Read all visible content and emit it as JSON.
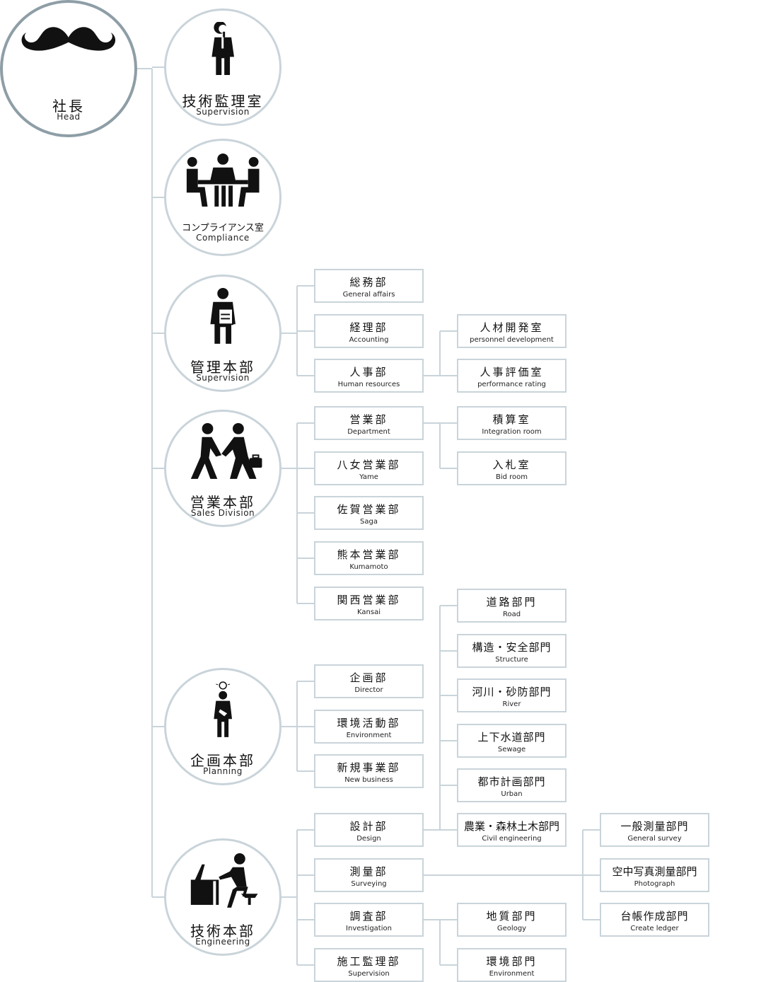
{
  "head": {
    "jp": "社長",
    "en": "Head",
    "icon": "mustache-icon"
  },
  "divisions": [
    {
      "id": "supervision-office",
      "jp": "技術監理室",
      "en": "Supervision",
      "icon": "inspector-icon"
    },
    {
      "id": "compliance",
      "jp": "コンプライアンス室",
      "en": "Compliance",
      "icon": "meeting-icon"
    },
    {
      "id": "administration",
      "jp": "管理本部",
      "en": "Supervision",
      "icon": "clipboard-person-icon",
      "depts": [
        {
          "jp": "総務部",
          "en": "General affairs"
        },
        {
          "jp": "経理部",
          "en": "Accounting"
        },
        {
          "jp": "人事部",
          "en": "Human resources",
          "subs": [
            {
              "jp": "人材開発室",
              "en": "personnel development"
            },
            {
              "jp": "人事評価室",
              "en": "performance rating"
            }
          ]
        }
      ]
    },
    {
      "id": "sales",
      "jp": "営業本部",
      "en": "Sales Division",
      "icon": "handshake-icon",
      "depts": [
        {
          "jp": "営業部",
          "en": "Department",
          "subs": [
            {
              "jp": "積算室",
              "en": "Integration room"
            },
            {
              "jp": "入札室",
              "en": "Bid room"
            }
          ]
        },
        {
          "jp": "八女営業部",
          "en": "Yame"
        },
        {
          "jp": "佐賀営業部",
          "en": "Saga"
        },
        {
          "jp": "熊本営業部",
          "en": "Kumamoto"
        },
        {
          "jp": "関西営業部",
          "en": "Kansai"
        }
      ]
    },
    {
      "id": "planning",
      "jp": "企画本部",
      "en": "Planning",
      "icon": "idea-person-icon",
      "depts": [
        {
          "jp": "企画部",
          "en": "Director"
        },
        {
          "jp": "環境活動部",
          "en": "Environment"
        },
        {
          "jp": "新規事業部",
          "en": "New business"
        }
      ]
    },
    {
      "id": "engineering",
      "jp": "技術本部",
      "en": "Engineering",
      "icon": "desk-worker-icon",
      "depts": [
        {
          "jp": "設計部",
          "en": "Design",
          "subs": [
            {
              "jp": "道路部門",
              "en": "Road"
            },
            {
              "jp": "構造・安全部門",
              "en": "Structure"
            },
            {
              "jp": "河川・砂防部門",
              "en": "River"
            },
            {
              "jp": "上下水道部門",
              "en": "Sewage"
            },
            {
              "jp": "都市計画部門",
              "en": "Urban"
            },
            {
              "jp": "農業・森林土木部門",
              "en": "Civil engineering"
            }
          ]
        },
        {
          "jp": "測量部",
          "en": "Surveying",
          "subs": [
            {
              "jp": "一般測量部門",
              "en": "General survey"
            },
            {
              "jp": "空中写真測量部門",
              "en": "Photograph"
            },
            {
              "jp": "台帳作成部門",
              "en": "Create ledger"
            }
          ]
        },
        {
          "jp": "調査部",
          "en": "Investigation",
          "subs": [
            {
              "jp": "地質部門",
              "en": "Geology"
            },
            {
              "jp": "環境部門",
              "en": "Environment"
            }
          ]
        },
        {
          "jp": "施工監理部",
          "en": "Supervision"
        }
      ]
    }
  ],
  "colors": {
    "line": "#c9d4da",
    "border": "#c9d4da",
    "head_border": "#8e9ea6",
    "icon": "#111111"
  }
}
